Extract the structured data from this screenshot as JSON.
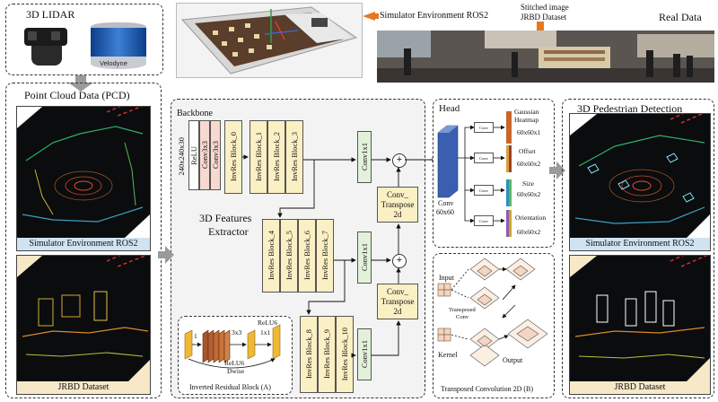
{
  "lidar": {
    "title": "3D LIDAR",
    "brand": "Velodyne"
  },
  "sim_top": {
    "label": "Simulator Environment ROS2"
  },
  "real": {
    "stitched_label_line1": "Stitched image",
    "stitched_label_line2": "JRBD Dataset",
    "title": "Real Data"
  },
  "pcd": {
    "title": "Point Cloud Data (PCD)",
    "sim_label": "Simulator Environment ROS2",
    "jrbd_label": "JRBD Dataset"
  },
  "network": {
    "backbone": "Backbone",
    "input_dims": "240x240x30",
    "stem": [
      "ReLU",
      "Conv3x3",
      "Conv3x3"
    ],
    "blocks_row1": [
      "InvRes Block_0",
      "InvRes Block_1",
      "InvRes Block_2",
      "InvRes Block_3"
    ],
    "blocks_row2": [
      "InvRes Block_4",
      "InvRes Block_5",
      "InvRes Block_6",
      "InvRes Block_7"
    ],
    "blocks_row3": [
      "InvRes Block_8",
      "InvRes Block_9",
      "InvRes Block_10"
    ],
    "conv1x1": "Conv1x1",
    "extractor_line1": "3D Features",
    "extractor_line2": "Extractor",
    "transpose_line1": "Conv_",
    "transpose_line2": "Transpose",
    "transpose_line3": "2d",
    "plus": "+"
  },
  "invres": {
    "n1": "1",
    "k33": "3x3",
    "k11": "1x1",
    "relu6_a": "ReLU6",
    "relu6_b": "ReLU6",
    "dwise": "Dwise",
    "caption": "Inverted Residual Block (A)"
  },
  "head": {
    "title": "Head",
    "conv": "Conv",
    "conv_dims": "60x60",
    "outputs": [
      {
        "name": "Gaussian Heatmap",
        "dims": "60x60x1"
      },
      {
        "name": "Offset",
        "dims": "60x60x2"
      },
      {
        "name": "Size",
        "dims": "60x60x2"
      },
      {
        "name": "Orientation",
        "dims": "60x60x2"
      }
    ],
    "mini_conv": "Conv"
  },
  "tconv": {
    "input": "Input",
    "kernel": "Kernel",
    "transposed_conv_line1": "Transposed",
    "transposed_conv_line2": "Conv",
    "output": "Output",
    "caption": "Transposed Convolution 2D (B)"
  },
  "detection": {
    "title": "3D Pedestrian Detection",
    "sim_label": "Simulator Environment ROS2",
    "jrbd_label": "JRBD Dataset"
  }
}
